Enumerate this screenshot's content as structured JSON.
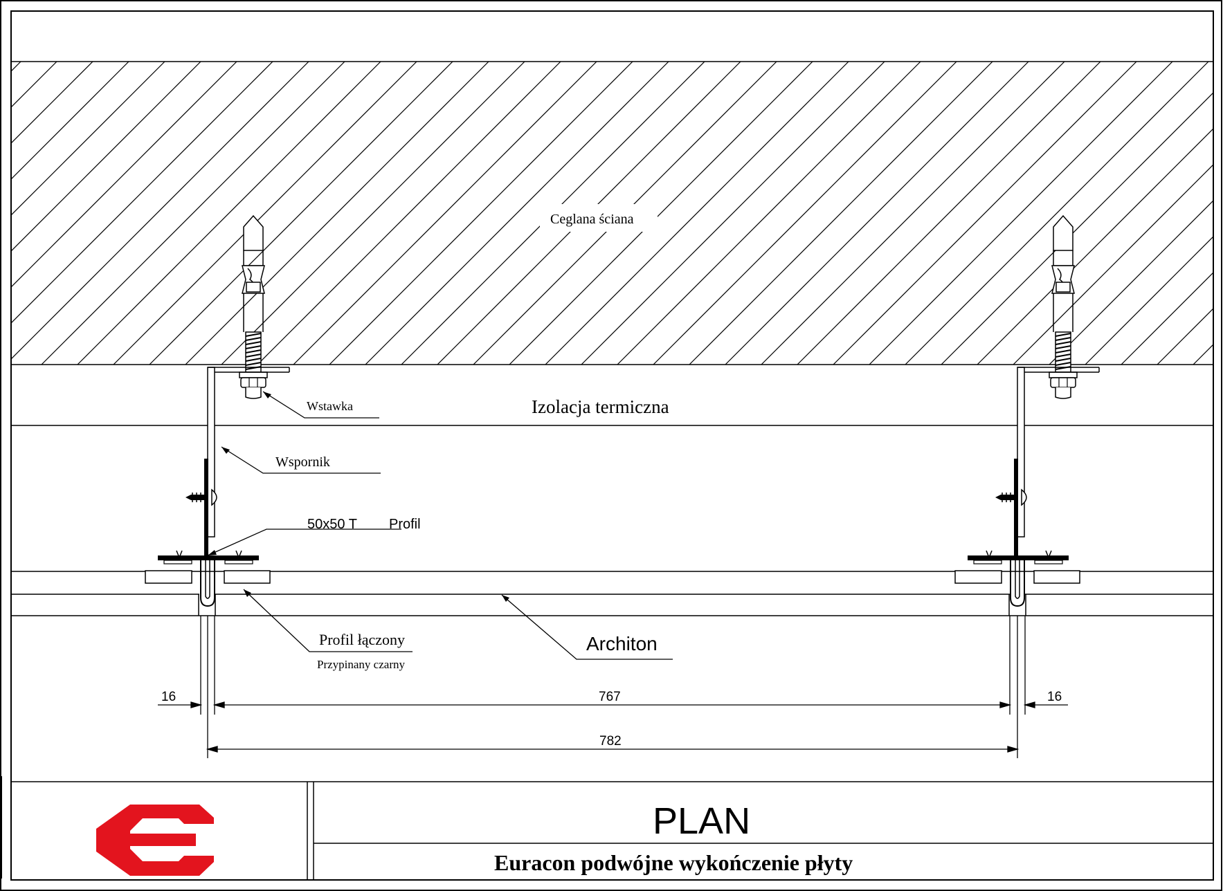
{
  "labels": {
    "wall": "Ceglana ściana",
    "insulation": "Izolacja termiczna",
    "insert": "Wstawka",
    "bracket": "Wspornik",
    "profile_size": "50x50 T",
    "profile": "Profil",
    "joined_profile": "Profil łączony",
    "pinned_black": "Przypinany czarny",
    "panel": "Architon"
  },
  "dimensions": {
    "left_gap": "16",
    "inner_span": "767",
    "right_gap": "16",
    "total_span": "782"
  },
  "title_block": {
    "title": "PLAN",
    "subtitle": "Euracon podwójne wykończenie płyty",
    "logo_color": "#e3141e"
  }
}
